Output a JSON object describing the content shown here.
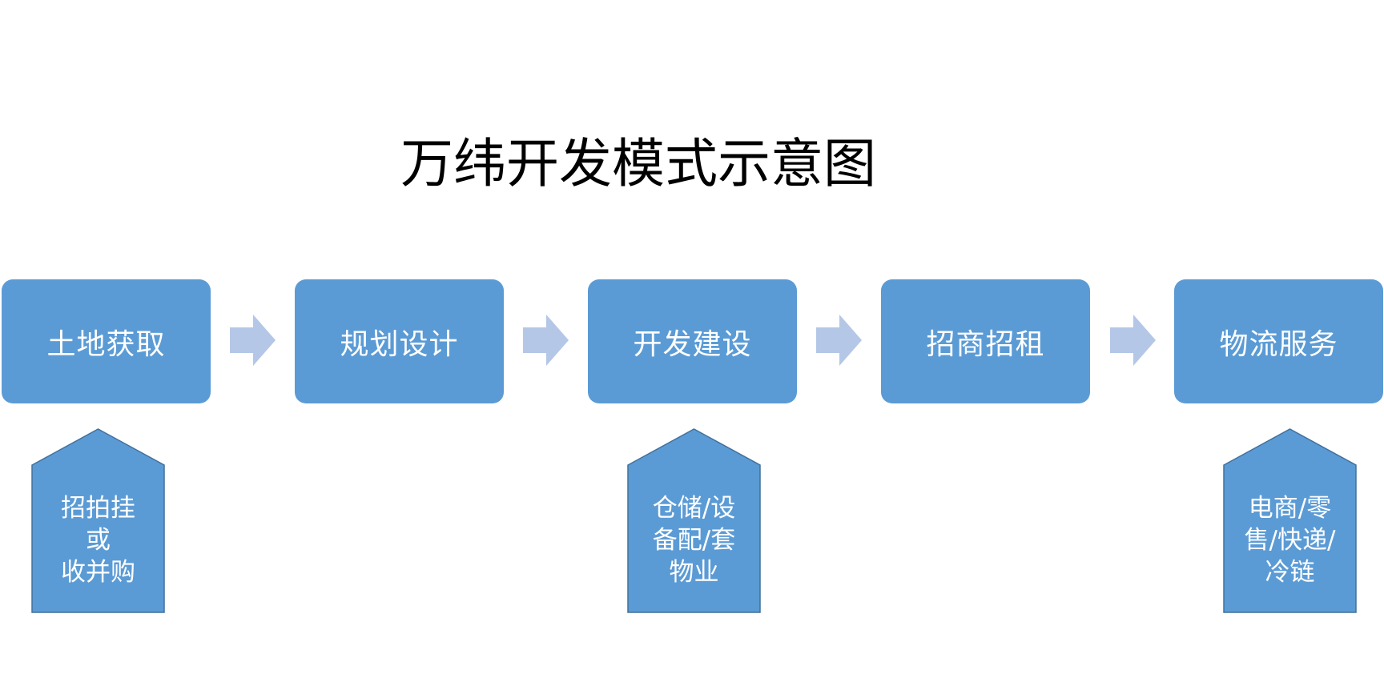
{
  "title": "万纬开发模式示意图",
  "colors": {
    "box_fill": "#5b9bd5",
    "box_text": "#ffffff",
    "arrow_fill": "#b4c7e7",
    "note_stroke": "#41719c"
  },
  "steps": [
    {
      "label": "土地获取"
    },
    {
      "label": "规划设计"
    },
    {
      "label": "开发建设"
    },
    {
      "label": "招商招租"
    },
    {
      "label": "物流服务"
    }
  ],
  "notes": [
    {
      "step": "土地获取",
      "text": "招拍挂\n或\n收并购"
    },
    {
      "step": "开发建设",
      "text": "仓储/设\n备配/套\n物业"
    },
    {
      "step": "物流服务",
      "text": "电商/零\n售/快递/\n冷链"
    }
  ]
}
